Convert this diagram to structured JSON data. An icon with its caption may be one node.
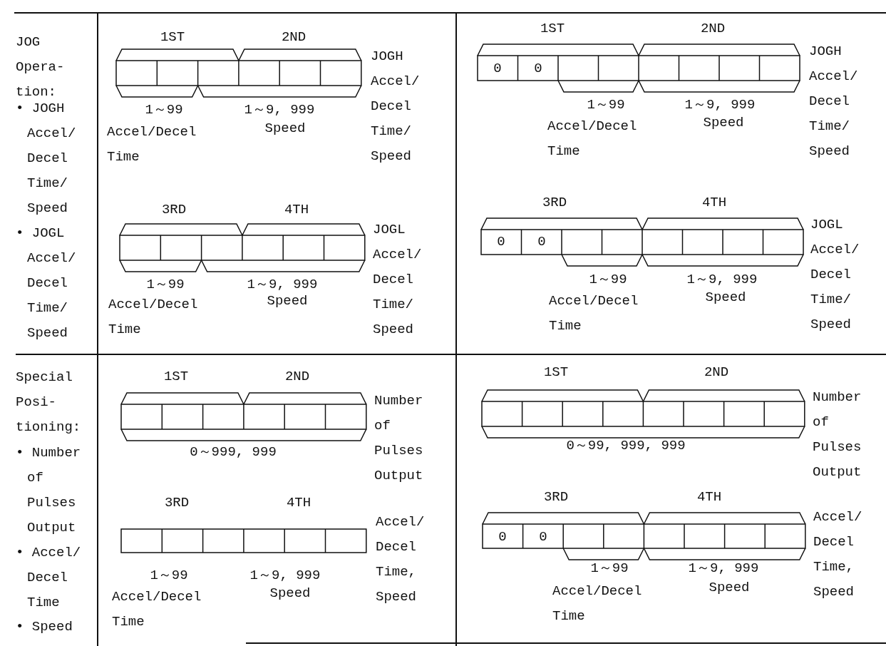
{
  "diagram": {
    "labels": [
      "JOG Opera- tion:",
      "• JOGH Accel/ Decel Time/ Speed",
      "• JOGL Accel/ Decel Time/ Speed",
      "1ST",
      "2ND",
      "1～99",
      "1～9, 999",
      "Accel/Decel Time",
      "Speed",
      "JOGH Accel/ Decel Time/ Speed",
      "3RD",
      "4TH",
      "1～99",
      "1～9, 999",
      "Accel/Decel Time",
      "Speed",
      "JOGL Accel/ Decel Time/ Speed",
      "1ST",
      "2ND",
      "0",
      "0",
      "1～99",
      "1～9, 999",
      "Accel/Decel Time",
      "Speed",
      "JOGH Accel/ Decel Time/ Speed",
      "3RD",
      "4TH",
      "0",
      "0",
      "1～99",
      "1～9, 999",
      "Accel/Decel Time",
      "Speed",
      "JOGL Accel/ Decel Time/ Speed",
      "Special Posi- tioning:",
      "• Number of Pulses Output",
      "• Accel/ Decel Time",
      "• Speed",
      "1ST",
      "2ND",
      "0～999, 999",
      "Number of Pulses Output",
      "3RD",
      "4TH",
      "1～99",
      "1～9, 999",
      "Accel/Decel Time",
      "Speed",
      "Accel/ Decel Time, Speed",
      "1ST",
      "2ND",
      "0～99, 999, 999",
      "Number of Pulses Output",
      "3RD",
      "4TH",
      "0",
      "0",
      "1～99",
      "1～9, 999",
      "Accel/Decel Time",
      "Speed",
      "Accel/ Decel Time, Speed"
    ]
  }
}
